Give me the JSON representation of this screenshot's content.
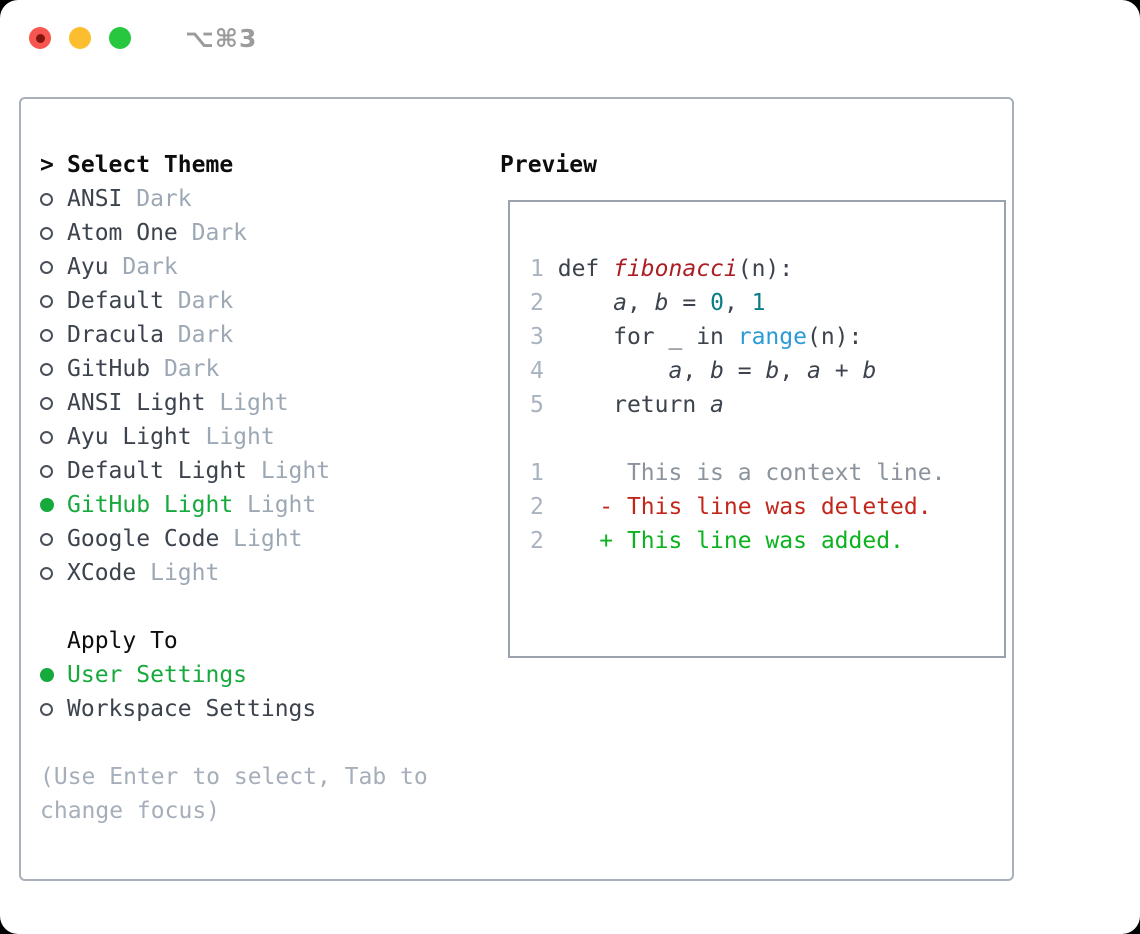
{
  "window": {
    "title": "⌥⌘3"
  },
  "colors": {
    "accent_green": "#16a93c",
    "added_green": "#0db31f",
    "deleted_red": "#c3271b",
    "function_red": "#ab1e24",
    "number_teal": "#0a7c85",
    "builtin_blue": "#2b9bd7",
    "code_dark": "#3c434d",
    "text_dark": "#3c434d",
    "header_black": "#0d0d0d",
    "muted_gray": "#9da8b5",
    "hint_gray": "#a6aeba",
    "lineno_gray": "#a9b3c0",
    "context_gray": "#8b939d",
    "panel_border": "#a9b0ba",
    "preview_border": "#9aa2ae",
    "title_gray": "#9b9b9b",
    "traffic_red": "#f6564f",
    "traffic_red_dot": "#84150e",
    "traffic_yellow": "#fcbd2f",
    "traffic_green": "#27c83f"
  },
  "theme_section": {
    "prompt": ">",
    "title": "Select Theme",
    "items": [
      {
        "name": "ANSI",
        "variant": "Dark",
        "selected": false
      },
      {
        "name": "Atom One",
        "variant": "Dark",
        "selected": false
      },
      {
        "name": "Ayu",
        "variant": "Dark",
        "selected": false
      },
      {
        "name": "Default",
        "variant": "Dark",
        "selected": false
      },
      {
        "name": "Dracula",
        "variant": "Dark",
        "selected": false
      },
      {
        "name": "GitHub",
        "variant": "Dark",
        "selected": false
      },
      {
        "name": "ANSI Light",
        "variant": "Light",
        "selected": false
      },
      {
        "name": "Ayu Light",
        "variant": "Light",
        "selected": false
      },
      {
        "name": "Default Light",
        "variant": "Light",
        "selected": false
      },
      {
        "name": "GitHub Light",
        "variant": "Light",
        "selected": true
      },
      {
        "name": "Google Code",
        "variant": "Light",
        "selected": false
      },
      {
        "name": "XCode",
        "variant": "Light",
        "selected": false
      }
    ]
  },
  "apply_section": {
    "title": "Apply To",
    "items": [
      {
        "name": "User Settings",
        "selected": true
      },
      {
        "name": "Workspace Settings",
        "selected": false
      }
    ]
  },
  "hint": "(Use Enter to select, Tab to change focus)",
  "preview": {
    "title": "Preview",
    "lines": [
      {
        "num": "1",
        "segs": [
          {
            "t": "def ",
            "c": "code_dark"
          },
          {
            "t": "fibonacci",
            "c": "function_red",
            "i": true
          },
          {
            "t": "(n):",
            "c": "code_dark"
          }
        ]
      },
      {
        "num": "2",
        "segs": [
          {
            "t": "    ",
            "c": "code_dark"
          },
          {
            "t": "a",
            "c": "code_dark",
            "i": true
          },
          {
            "t": ", ",
            "c": "code_dark"
          },
          {
            "t": "b",
            "c": "code_dark",
            "i": true
          },
          {
            "t": " = ",
            "c": "code_dark"
          },
          {
            "t": "0",
            "c": "number_teal"
          },
          {
            "t": ", ",
            "c": "code_dark"
          },
          {
            "t": "1",
            "c": "number_teal"
          }
        ]
      },
      {
        "num": "3",
        "segs": [
          {
            "t": "    for _ in ",
            "c": "code_dark"
          },
          {
            "t": "range",
            "c": "builtin_blue"
          },
          {
            "t": "(n):",
            "c": "code_dark"
          }
        ]
      },
      {
        "num": "4",
        "segs": [
          {
            "t": "        ",
            "c": "code_dark"
          },
          {
            "t": "a",
            "c": "code_dark",
            "i": true
          },
          {
            "t": ", ",
            "c": "code_dark"
          },
          {
            "t": "b",
            "c": "code_dark",
            "i": true
          },
          {
            "t": " = ",
            "c": "code_dark"
          },
          {
            "t": "b",
            "c": "code_dark",
            "i": true
          },
          {
            "t": ", ",
            "c": "code_dark"
          },
          {
            "t": "a",
            "c": "code_dark",
            "i": true
          },
          {
            "t": " + ",
            "c": "code_dark"
          },
          {
            "t": "b",
            "c": "code_dark",
            "i": true
          }
        ]
      },
      {
        "num": "5",
        "segs": [
          {
            "t": "    return ",
            "c": "code_dark"
          },
          {
            "t": "a",
            "c": "code_dark",
            "i": true
          }
        ]
      },
      {
        "blank": true
      },
      {
        "num": "1",
        "segs": [
          {
            "t": "     This is a context line.",
            "c": "context_gray"
          }
        ]
      },
      {
        "num": "2",
        "segs": [
          {
            "t": "   ",
            "c": "context_gray"
          },
          {
            "t": "- This line was deleted.",
            "c": "deleted_red"
          }
        ]
      },
      {
        "num": "2",
        "segs": [
          {
            "t": "   ",
            "c": "context_gray"
          },
          {
            "t": "+ This line was added.",
            "c": "added_green"
          }
        ]
      }
    ]
  }
}
